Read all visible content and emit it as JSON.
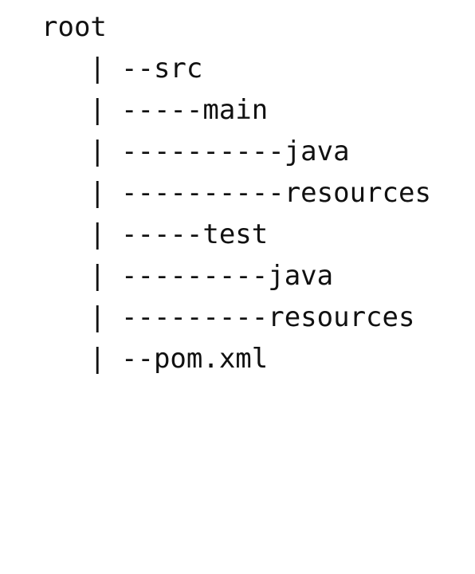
{
  "tree": {
    "root": "root",
    "pipe": "|",
    "lines": [
      "--src",
      "-----main",
      "----------java",
      "----------resources",
      "-----test",
      "---------java",
      "---------resources",
      "--pom.xml"
    ]
  }
}
